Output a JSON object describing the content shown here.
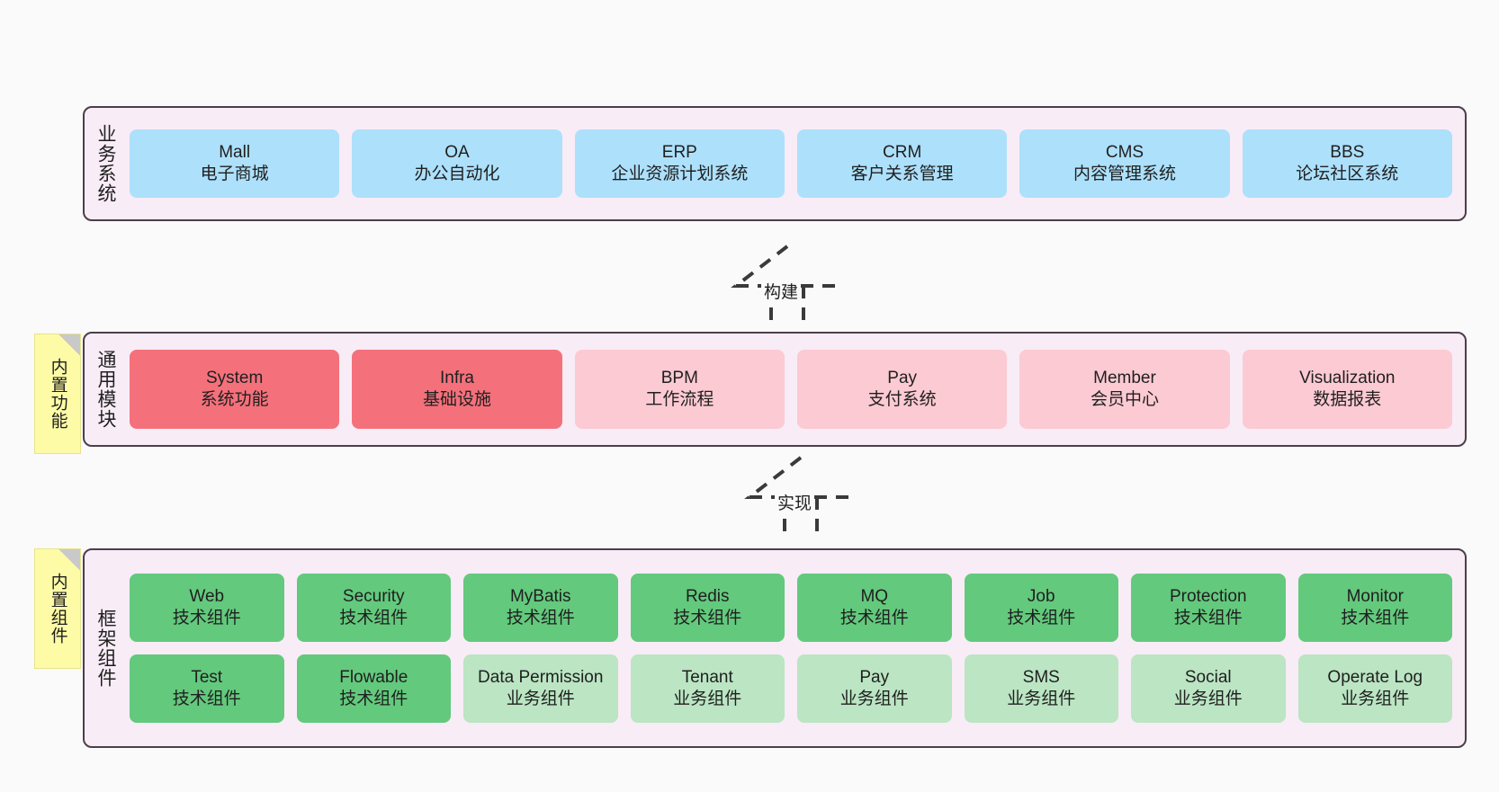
{
  "diagram": {
    "background_color": "#fafafa",
    "container_fill": "#f8ecf6",
    "container_stroke": "#4a3f4a"
  },
  "layers": [
    {
      "id": "business-systems",
      "title": "业务系统",
      "node_color": "#ade0fb",
      "nodes": [
        {
          "en": "Mall",
          "cn": "电子商城"
        },
        {
          "en": "OA",
          "cn": "办公自动化"
        },
        {
          "en": "ERP",
          "cn": "企业资源计划系统"
        },
        {
          "en": "CRM",
          "cn": "客户关系管理"
        },
        {
          "en": "CMS",
          "cn": "内容管理系统"
        },
        {
          "en": "BBS",
          "cn": "论坛社区系统"
        }
      ]
    },
    {
      "id": "common-modules",
      "title": "通用模块",
      "sticky": "内置功能",
      "node_color_primary": "#f4717b",
      "node_color_secondary": "#fccad3",
      "nodes": [
        {
          "en": "System",
          "cn": "系统功能",
          "style": "red"
        },
        {
          "en": "Infra",
          "cn": "基础设施",
          "style": "red"
        },
        {
          "en": "BPM",
          "cn": "工作流程",
          "style": "pinklight"
        },
        {
          "en": "Pay",
          "cn": "支付系统",
          "style": "pinklight"
        },
        {
          "en": "Member",
          "cn": "会员中心",
          "style": "pinklight"
        },
        {
          "en": "Visualization",
          "cn": "数据报表",
          "style": "pinklight"
        }
      ]
    },
    {
      "id": "framework-components",
      "title": "框架组件",
      "sticky": "内置组件",
      "node_color_tech": "#63c97d",
      "node_color_business": "#bbe5c3",
      "rows": [
        [
          {
            "en": "Web",
            "cn": "技术组件",
            "style": "green"
          },
          {
            "en": "Security",
            "cn": "技术组件",
            "style": "green"
          },
          {
            "en": "MyBatis",
            "cn": "技术组件",
            "style": "green"
          },
          {
            "en": "Redis",
            "cn": "技术组件",
            "style": "green"
          },
          {
            "en": "MQ",
            "cn": "技术组件",
            "style": "green"
          },
          {
            "en": "Job",
            "cn": "技术组件",
            "style": "green"
          },
          {
            "en": "Protection",
            "cn": "技术组件",
            "style": "green"
          },
          {
            "en": "Monitor",
            "cn": "技术组件",
            "style": "green"
          }
        ],
        [
          {
            "en": "Test",
            "cn": "技术组件",
            "style": "green"
          },
          {
            "en": "Flowable",
            "cn": "技术组件",
            "style": "green"
          },
          {
            "en": "Data Permission",
            "cn": "业务组件",
            "style": "greenlight"
          },
          {
            "en": "Tenant",
            "cn": "业务组件",
            "style": "greenlight"
          },
          {
            "en": "Pay",
            "cn": "业务组件",
            "style": "greenlight"
          },
          {
            "en": "SMS",
            "cn": "业务组件",
            "style": "greenlight"
          },
          {
            "en": "Social",
            "cn": "业务组件",
            "style": "greenlight"
          },
          {
            "en": "Operate Log",
            "cn": "业务组件",
            "style": "greenlight"
          }
        ]
      ]
    }
  ],
  "connectors": [
    {
      "id": "build",
      "label": "构建",
      "style": "dashed-generalization"
    },
    {
      "id": "implement",
      "label": "实现",
      "style": "dashed-generalization"
    }
  ]
}
